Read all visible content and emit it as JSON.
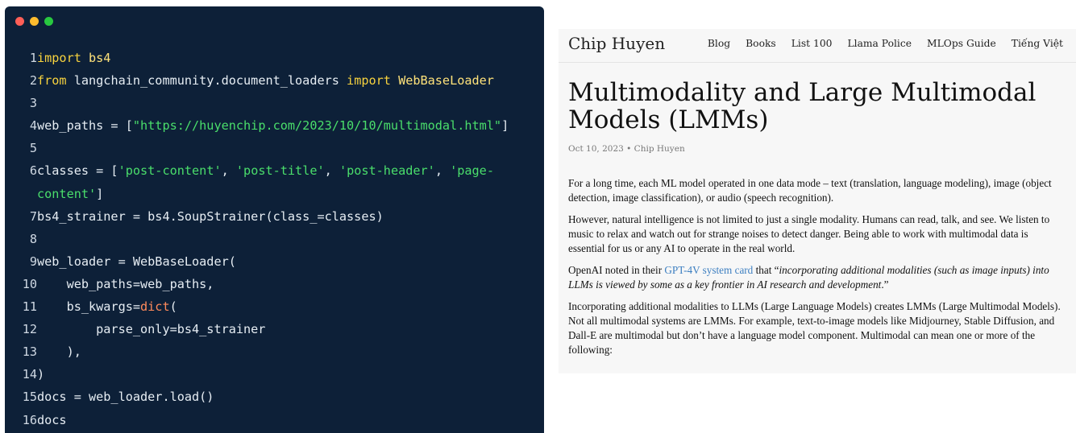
{
  "editor": {
    "window_dots": [
      "#ff5f57",
      "#febc2e",
      "#28c840"
    ],
    "lines": [
      {
        "n": "1",
        "tokens": [
          {
            "t": "import",
            "c": "kw"
          },
          {
            "t": " bs4",
            "c": "mod"
          }
        ]
      },
      {
        "n": "2",
        "tokens": [
          {
            "t": "from",
            "c": "kw"
          },
          {
            "t": " langchain_community",
            "c": "fn"
          },
          {
            "t": ".document_loaders ",
            "c": "fn"
          },
          {
            "t": "import",
            "c": "kw"
          },
          {
            "t": " WebBaseLoader",
            "c": "mod"
          }
        ]
      },
      {
        "n": "3",
        "tokens": []
      },
      {
        "n": "4",
        "tokens": [
          {
            "t": "web_paths = [",
            "c": "fn"
          },
          {
            "t": "\"https://huyenchip.com/2023/10/10/multimodal.html\"",
            "c": "str"
          },
          {
            "t": "]",
            "c": "fn"
          }
        ]
      },
      {
        "n": "5",
        "tokens": []
      },
      {
        "n": "6",
        "wrap": true,
        "tokens": [
          {
            "t": "classes = [",
            "c": "fn"
          },
          {
            "t": "'post-content'",
            "c": "str"
          },
          {
            "t": ", ",
            "c": "fn"
          },
          {
            "t": "'post-title'",
            "c": "str"
          },
          {
            "t": ", ",
            "c": "fn"
          },
          {
            "t": "'post-header'",
            "c": "str"
          },
          {
            "t": ", ",
            "c": "fn"
          },
          {
            "t": "'page-content'",
            "c": "str"
          },
          {
            "t": "]",
            "c": "fn"
          }
        ]
      },
      {
        "n": "7",
        "tokens": [
          {
            "t": "bs4_strainer = bs4.SoupStrainer(class_=classes)",
            "c": "fn"
          }
        ]
      },
      {
        "n": "8",
        "tokens": []
      },
      {
        "n": "9",
        "tokens": [
          {
            "t": "web_loader = WebBaseLoader(",
            "c": "fn"
          }
        ]
      },
      {
        "n": "10",
        "tokens": [
          {
            "t": "    web_paths=web_paths,",
            "c": "fn"
          }
        ]
      },
      {
        "n": "11",
        "tokens": [
          {
            "t": "    bs_kwargs=",
            "c": "fn"
          },
          {
            "t": "dict",
            "c": "bi"
          },
          {
            "t": "(",
            "c": "fn"
          }
        ]
      },
      {
        "n": "12",
        "tokens": [
          {
            "t": "        parse_only=bs4_strainer",
            "c": "fn"
          }
        ]
      },
      {
        "n": "13",
        "tokens": [
          {
            "t": "    ),",
            "c": "fn"
          }
        ]
      },
      {
        "n": "14",
        "tokens": [
          {
            "t": ")",
            "c": "fn"
          }
        ]
      },
      {
        "n": "15",
        "tokens": [
          {
            "t": "docs = web_loader.load()",
            "c": "fn"
          }
        ]
      },
      {
        "n": "16",
        "tokens": [
          {
            "t": "docs",
            "c": "fn"
          }
        ]
      }
    ]
  },
  "page": {
    "site_title": "Chip Huyen",
    "nav": [
      "Blog",
      "Books",
      "List 100",
      "Llama Police",
      "MLOps Guide",
      "Tiếng Việt"
    ],
    "post_title": "Multimodality and Large Multimodal Models (LMMs)",
    "meta": "Oct 10, 2023 • Chip Huyen",
    "p1": "For a long time, each ML model operated in one data mode – text (translation, language modeling), image (object detection, image classification), or audio (speech recognition).",
    "p2": "However, natural intelligence is not limited to just a single modality. Humans can read, talk, and see. We listen to music to relax and watch out for strange noises to detect danger. Being able to work with multimodal data is essential for us or any AI to operate in the real world.",
    "p3_pre": "OpenAI noted in their ",
    "p3_link": "GPT-4V system card",
    "p3_mid": " that “",
    "p3_quote": "incorporating additional modalities (such as image inputs) into LLMs is viewed by some as a key frontier in AI research and development",
    "p3_post": ".”",
    "p4": "Incorporating additional modalities to LLMs (Large Language Models) creates LMMs (Large Multimodal Models). Not all multimodal systems are LMMs. For example, text-to-image models like Midjourney, Stable Diffusion, and Dall-E are multimodal but don’t have a language model component. Multimodal can mean one or more of the following:"
  }
}
